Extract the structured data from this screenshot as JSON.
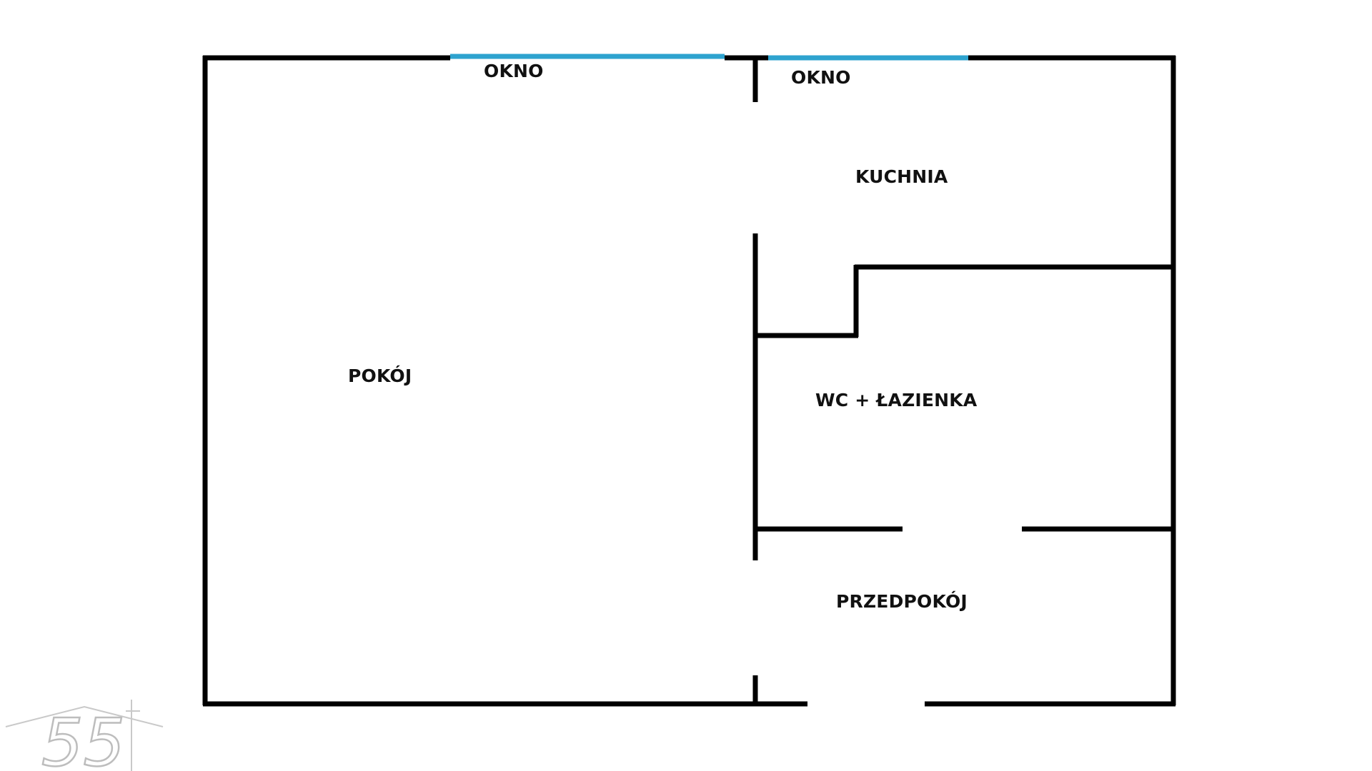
{
  "floor_plan": {
    "rooms": {
      "room": "POKÓJ",
      "kitchen": "KUCHNIA",
      "bathroom": "WC + ŁAZIENKA",
      "hallway": "PRZEDPOKÓJ"
    },
    "windows": {
      "left": "OKNO",
      "right": "OKNO"
    },
    "colors": {
      "wall": "#000000",
      "window": "#2ea3cf",
      "background": "#ffffff",
      "logo": "#bdbdbd"
    }
  },
  "logo": {
    "mark": "55",
    "icon": "house-outline-icon"
  }
}
